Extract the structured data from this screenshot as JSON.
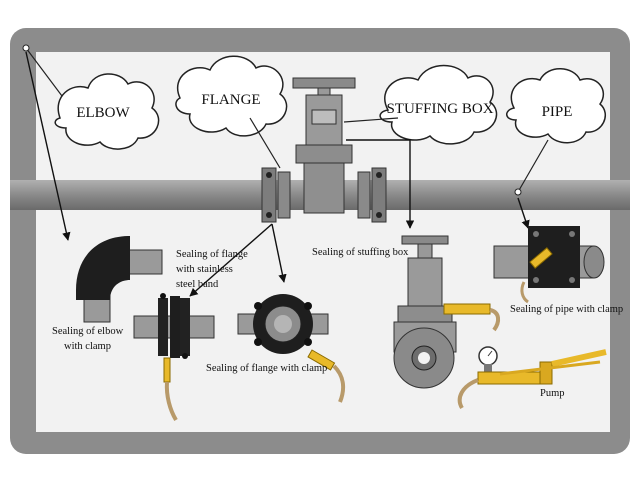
{
  "clouds": {
    "elbow": "ELBOW",
    "flange": "FLANGE",
    "stuffing_box": "STUFFING BOX",
    "pipe": "PIPE"
  },
  "captions": {
    "flange_band_1": "Sealing of flange",
    "flange_band_2": "with stainless",
    "flange_band_3": "steel band",
    "stuffing_box": "Sealing of stuffing box",
    "pipe_clamp": "Sealing of pipe with clamp",
    "elbow_1": "Sealing of elbow",
    "elbow_2": "with clamp",
    "flange_clamp": "Sealing of flange with clamp",
    "pump": "Pump"
  },
  "colors": {
    "frame": "#8c8c8c",
    "pipe": "#7a7a7a",
    "clamp": "#1e1e1e",
    "injector": "#e8b92a",
    "panel": "#f2f2f2"
  }
}
